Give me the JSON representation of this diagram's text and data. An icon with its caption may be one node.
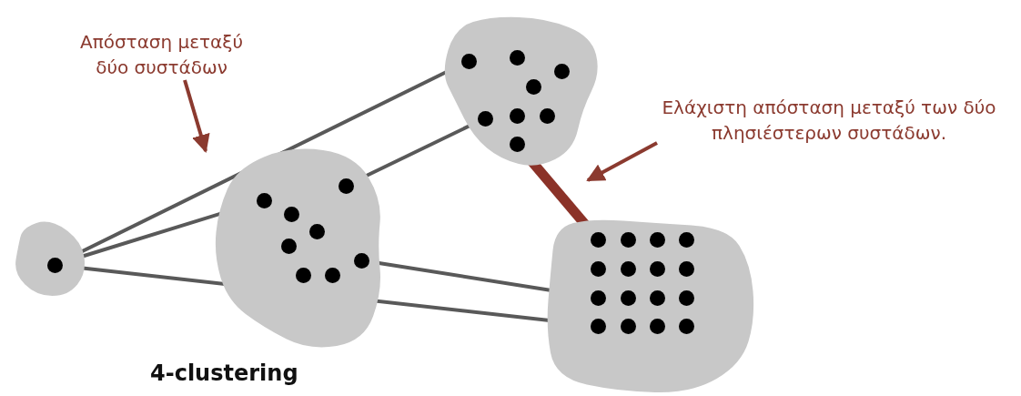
{
  "diagram": {
    "nodes": [
      {
        "text": [
          "Απόσταση μεταξύ δύο συστάδων"
        ]
      },
      {
        "text": [],
        "shape": "blob"
      },
      {
        "text": [],
        "shape": "circle",
        "in": 1
      },
      {
        "text": [],
        "shape": "circle",
        "in": 1
      },
      {
        "text": [],
        "shape": "circle",
        "in": 1
      },
      {
        "text": [],
        "shape": "circle",
        "in": 1
      },
      {
        "text": [],
        "shape": "circle",
        "in": 1
      },
      {
        "text": [],
        "shape": "circle",
        "in": 1
      },
      {
        "text": [],
        "shape": "circle",
        "in": 1
      },
      {
        "text": [],
        "shape": "circle",
        "in": 1
      },
      {
        "text": [
          "Ελάχιστη απόσταση μεταξύ των δύο πλησιέστερων συστάδων."
        ]
      },
      {
        "text": [],
        "shape": "blob"
      },
      {
        "text": [],
        "shape": "circle",
        "in": 11
      },
      {
        "text": [],
        "shape": "circle",
        "in": 11
      },
      {
        "text": [],
        "shape": "circle",
        "in": 11
      },
      {
        "text": [],
        "shape": "circle",
        "in": 11
      },
      {
        "text": [],
        "shape": "circle",
        "in": 11
      },
      {
        "text": [],
        "shape": "circle",
        "in": 11
      },
      {
        "text": [],
        "shape": "circle",
        "in": 11
      },
      {
        "text": [],
        "shape": "circle",
        "in": 11
      },
      {
        "text": [],
        "shape": "blob"
      },
      {
        "text": [],
        "shape": "circle",
        "in": 20
      },
      {
        "text": [],
        "shape": "blob"
      },
      {
        "text": [],
        "shape": "circle",
        "in": 22
      },
      {
        "text": [],
        "shape": "circle",
        "in": 22
      },
      {
        "text": [],
        "shape": "circle",
        "in": 22
      },
      {
        "text": [],
        "shape": "circle",
        "in": 22
      },
      {
        "text": [],
        "shape": "circle",
        "in": 22
      },
      {
        "text": [],
        "shape": "circle",
        "in": 22
      },
      {
        "text": [],
        "shape": "circle",
        "in": 22
      },
      {
        "text": [],
        "shape": "circle",
        "in": 22
      },
      {
        "text": [],
        "shape": "circle",
        "in": 22
      },
      {
        "text": [],
        "shape": "circle",
        "in": 22
      },
      {
        "text": [],
        "shape": "circle",
        "in": 22
      },
      {
        "text": [],
        "shape": "circle",
        "in": 22
      },
      {
        "text": [],
        "shape": "circle",
        "in": 22
      },
      {
        "text": [],
        "shape": "circle",
        "in": 22
      },
      {
        "text": [],
        "shape": "circle",
        "in": 22
      },
      {
        "text": [],
        "shape": "circle",
        "in": 22
      }
    ],
    "edges": [
      {
        "from": 21,
        "to": 2,
        "arrow": "none"
      },
      {
        "from": 21,
        "to": 12,
        "arrow": "none"
      },
      {
        "from": 21,
        "to": 35,
        "arrow": "none"
      },
      {
        "from": 13,
        "to": 6,
        "arrow": "none"
      },
      {
        "from": 17,
        "to": 31,
        "arrow": "none"
      },
      {
        "from": 9,
        "to": 23,
        "arrow": "none",
        "style": "thick",
        "color": "#8b3228"
      },
      {
        "from": 0,
        "to": null,
        "arrow": "to",
        "color": "#8b3a2f"
      },
      {
        "from": 10,
        "to": null,
        "arrow": "to",
        "color": "#8b3a2f"
      }
    ],
    "labels": [
      "4-clustering"
    ]
  }
}
